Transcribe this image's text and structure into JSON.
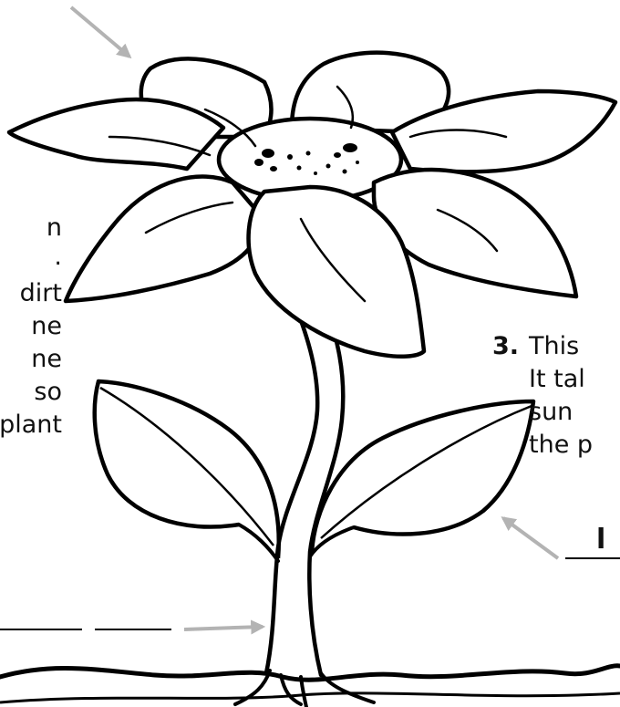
{
  "left_text_fragments": [
    "n",
    ".",
    "dirt",
    "ne",
    "ne",
    "so",
    "plant"
  ],
  "right_item": {
    "number": "3.",
    "lines": [
      "This",
      "It tal",
      "sun",
      "the p"
    ]
  },
  "answer_blanks": {
    "right_visible_letter": "l"
  },
  "colors": {
    "line_art": "#000000",
    "arrow": "#b3b3b3",
    "background": "#ffffff"
  },
  "icons": [
    "arrow-to-flower",
    "arrow-to-leaf",
    "arrow-to-stem",
    "flower-illustration"
  ]
}
